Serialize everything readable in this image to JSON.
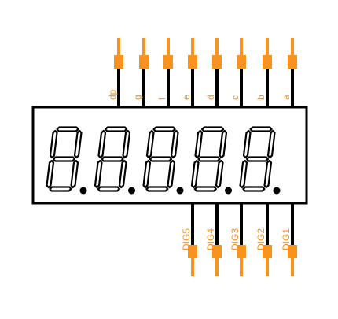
{
  "component": {
    "top_pins": [
      "dp",
      "g",
      "f",
      "e",
      "d",
      "c",
      "b",
      "a"
    ],
    "bottom_pins": [
      "DIG5",
      "DIG4",
      "DIG3",
      "DIG2",
      "DIG1"
    ],
    "digit_count": 5,
    "colors": {
      "pin": "#F7931E",
      "pin_label": "#F7931E",
      "segment": "#000000",
      "outline": "#000000",
      "lead_black": "#000000",
      "background": "#FFFFFF"
    }
  }
}
